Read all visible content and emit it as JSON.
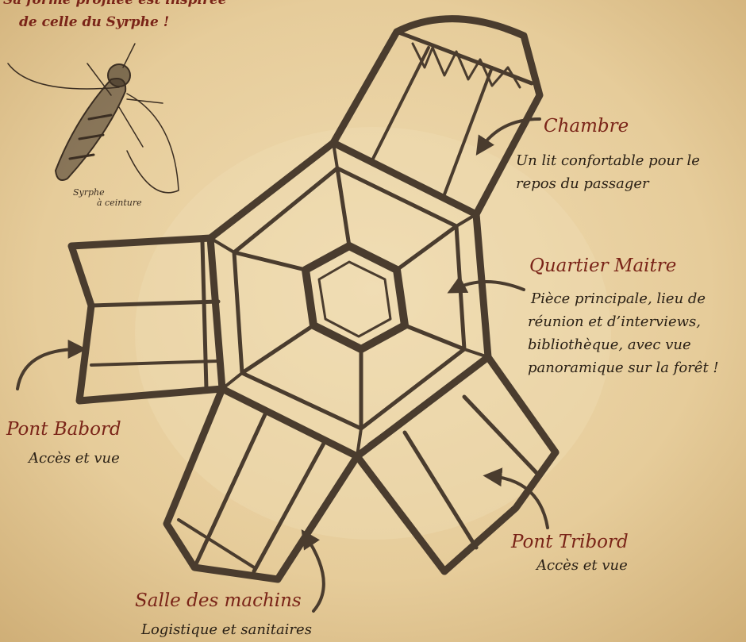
{
  "intro": {
    "line1": "Sa forme profilée est inspirée",
    "line2": "de celle du Syrphe !"
  },
  "sketch_caption": {
    "line1": "Syrphe",
    "line2": "à ceinture"
  },
  "labels": {
    "chambre": {
      "title": "Chambre",
      "desc1": "Un lit confortable pour le",
      "desc2": "repos du passager"
    },
    "quartier": {
      "title": "Quartier Maitre",
      "desc1": "Pièce principale, lieu de",
      "desc2": "réunion et d’interviews,",
      "desc3": "bibliothèque, avec vue",
      "desc4": "panoramique sur la forêt !"
    },
    "babord": {
      "title": "Pont Babord",
      "desc": "Accès et vue"
    },
    "tribord": {
      "title": "Pont Tribord",
      "desc": "Accès et vue"
    },
    "machins": {
      "title": "Salle des machins",
      "desc": "Logistique et sanitaires"
    }
  },
  "colors": {
    "parchment": "#e9d3a7",
    "ink": "#4a3c2e",
    "title_red": "#7a2418"
  }
}
